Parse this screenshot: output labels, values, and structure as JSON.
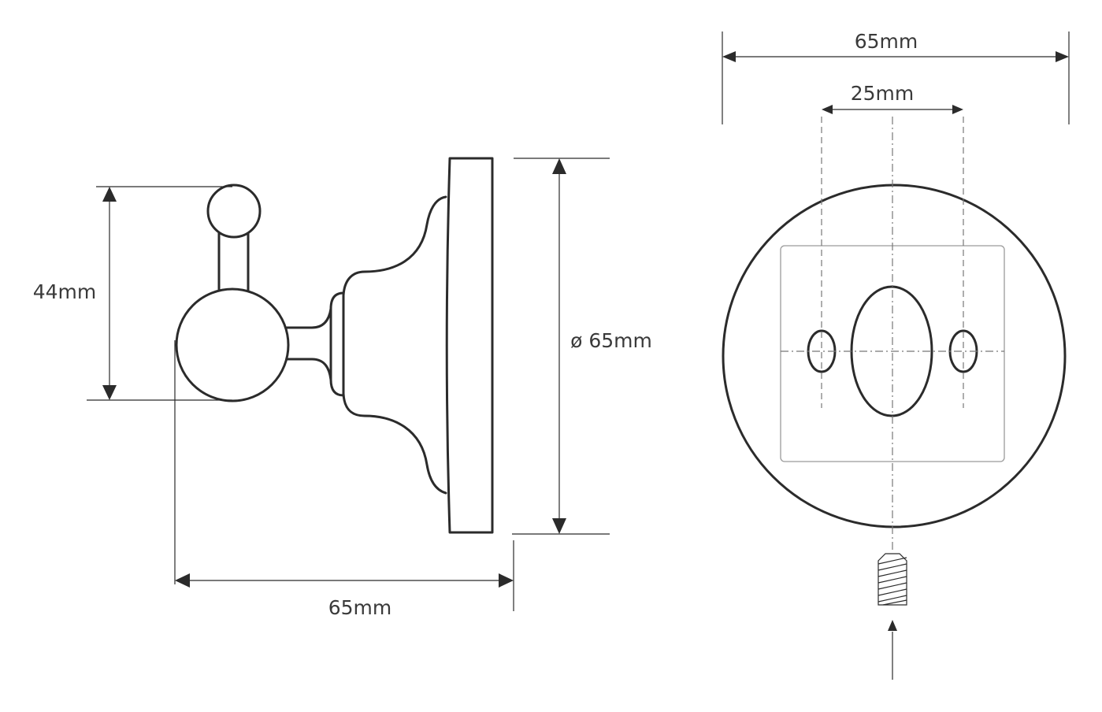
{
  "side_view": {
    "height_label": "44mm",
    "depth_label": "65mm",
    "diameter_label": "ø 65mm"
  },
  "front_view": {
    "width_label": "65mm",
    "hole_spacing_label": "25mm"
  }
}
